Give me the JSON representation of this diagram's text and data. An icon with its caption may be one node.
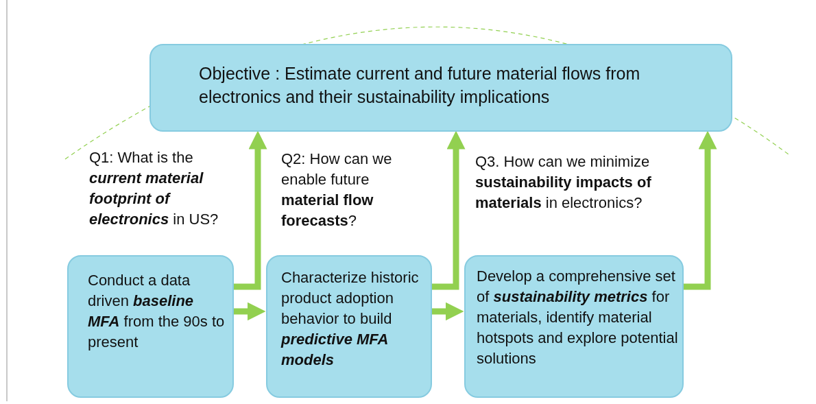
{
  "diagram": {
    "nodes": [
      {
        "text": [
          "Objective : Estimate current and future material flows from electronics and their sustainability implications"
        ]
      },
      {
        "text": [
          "Conduct a data driven **baseline MFA** from the 90s to present"
        ]
      },
      {
        "text": [
          "Characterize historic product adoption behavior to build **predictive MFA models**"
        ]
      },
      {
        "text": [
          "Develop a comprehensive set of **sustainability metrics** for materials, identify material hotspots and explore potential solutions"
        ]
      }
    ],
    "edges": [
      {
        "from": 1,
        "to": 0,
        "arrow": "to"
      },
      {
        "from": 1,
        "to": 2,
        "arrow": "to"
      },
      {
        "from": 2,
        "to": 0,
        "arrow": "to"
      },
      {
        "from": 2,
        "to": 3,
        "arrow": "to"
      },
      {
        "from": 3,
        "to": 0,
        "arrow": "to"
      }
    ],
    "labels": [
      "Q1: What is the **current material footprint of electronics** in US?",
      "Q2: How can we enable future **material flow forecasts**?",
      "Q3. How can we minimize **sustainability impacts of materials** in electronics?"
    ]
  }
}
